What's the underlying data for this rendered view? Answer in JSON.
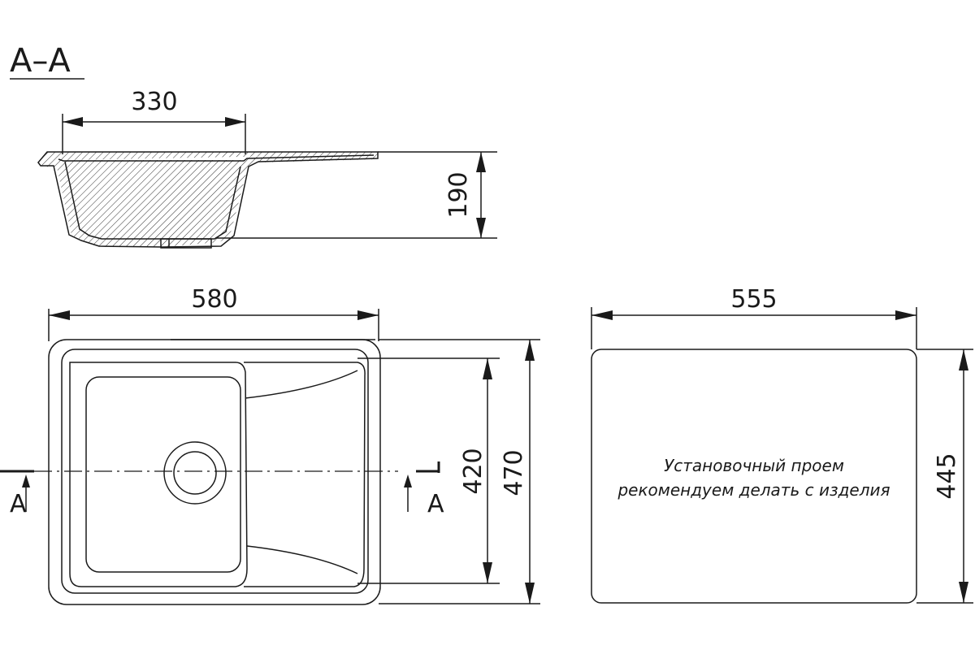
{
  "section": {
    "title": "А–А",
    "width_label": "330",
    "depth_label": "190"
  },
  "plan": {
    "width_label": "580",
    "inner_height_label": "420",
    "outer_height_label": "470",
    "section_mark_left": "A",
    "section_mark_right": "A"
  },
  "cutout": {
    "width_label": "555",
    "height_label": "445",
    "note_line1": "Установочный проем",
    "note_line2": "рекомендуем делать с изделия"
  }
}
